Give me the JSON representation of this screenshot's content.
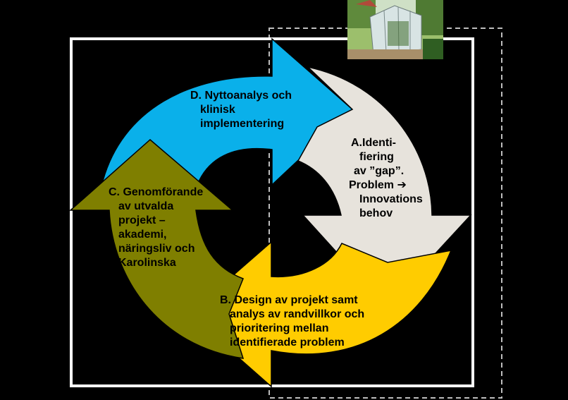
{
  "diagram": {
    "colors": {
      "background": "#000000",
      "frame": "#ffffff",
      "dashed_frame": "#bdbdbd",
      "arrow_d": "#0ab0ea",
      "arrow_a": "#e7e3dc",
      "arrow_b": "#ffcc00",
      "arrow_c": "#7f7f00"
    },
    "photo": {
      "icon": "greenhouse-photo"
    },
    "steps": [
      {
        "id": "D",
        "lines": [
          "D. Nyttoanalys och",
          "klinisk",
          "implementering"
        ]
      },
      {
        "id": "A",
        "lines": [
          "A.Identi-",
          "fiering",
          "av ”gap”.",
          "Problem ➔",
          "Innovations",
          "behov"
        ]
      },
      {
        "id": "B",
        "lines": [
          "B. Design av projekt samt",
          "analys av randvillkor och",
          "prioritering mellan",
          "identifierade problem"
        ]
      },
      {
        "id": "C",
        "lines": [
          "C. Genomförande",
          "av utvalda",
          "projekt –",
          "akademi,",
          "näringsliv och",
          "Karolinska"
        ]
      }
    ]
  }
}
